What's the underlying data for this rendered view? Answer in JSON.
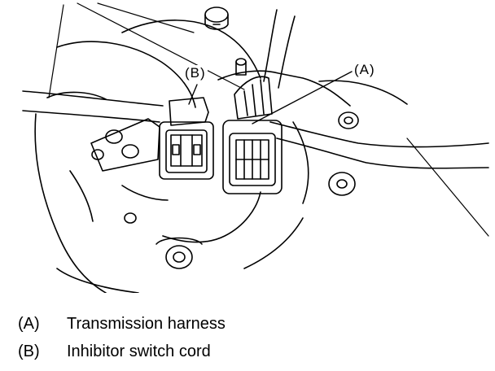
{
  "callouts": {
    "a": "(A)",
    "b": "(B)"
  },
  "legend": [
    {
      "key": "(A)",
      "text": "Transmission harness"
    },
    {
      "key": "(B)",
      "text": "Inhibitor switch cord"
    }
  ]
}
